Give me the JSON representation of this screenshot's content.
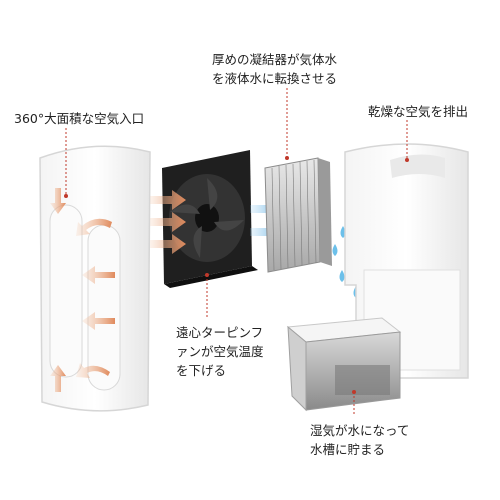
{
  "labels": {
    "intake": "360°大面積な空気入口",
    "condenser_line1": "厚めの凝結器が気体水",
    "condenser_line2": "を液体水に転換させる",
    "exhaust": "乾燥な空気を排出",
    "fan_line1": "遠心ターピンフ",
    "fan_line2": "ァンが空気温度",
    "fan_line3": "を下げる",
    "tank_line1": "湿気が水になって",
    "tank_line2": "水槽に貯まる"
  },
  "colors": {
    "leader_line": "#c0392b",
    "intake_arrow": "#e08a5c",
    "airflow_arrow": "#5aa7dc",
    "water_drop": "#6cc0ea"
  }
}
